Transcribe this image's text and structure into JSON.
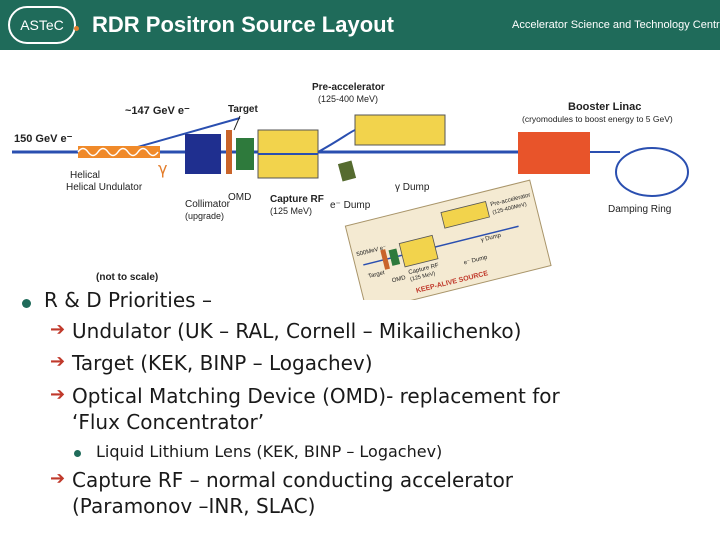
{
  "header": {
    "logo_text": "ASTeC",
    "title": "RDR Positron Source Layout",
    "org": "Accelerator Science and Technology Centre",
    "bg_color": "#1f6b5a",
    "accent_color": "#e37d2b"
  },
  "diagram": {
    "beam_in": "150 GeV e⁻",
    "beam_147": "~147 GeV e⁻",
    "helical_undulator": "Helical Undulator",
    "gamma": "γ",
    "target": "Target",
    "pre_accelerator": "Pre-accelerator",
    "pre_accelerator_energy": "(125-400 MeV)",
    "booster_linac": "Booster Linac",
    "booster_linac_note": "(cryomodules to boost energy to 5 GeV)",
    "collimator": "Collimator",
    "collimator_note": "(upgrade)",
    "omd": "OMD",
    "capture_rf": "Capture RF",
    "capture_rf_energy": "(125 MeV)",
    "gamma_dump": "γ Dump",
    "e_dump": "e⁻ Dump",
    "damping_ring": "Damping Ring",
    "not_to_scale": "(not to scale)",
    "inset_stamp": "KEEP-ALIVE SOURCE",
    "inset": {
      "pre_accelerator": "Pre-accelerator",
      "pre_accelerator_energy": "(125-400MeV)",
      "beam": "500MeV e⁻",
      "target": "Target",
      "capture_rf": "Capture RF",
      "capture_rf_energy": "(125 MeV)",
      "omd": "OMD",
      "gamma_dump": "γ Dump",
      "e_dump": "e⁻ Dump"
    }
  },
  "bullets": {
    "main": "R & D Priorities –",
    "items": [
      "Undulator (UK – RAL, Cornell – Mikailichenko)",
      "Target (KEK, BINP – Logachev)",
      "Optical Matching Device (OMD)- replacement for",
      "‘Flux Concentrator’"
    ],
    "sub_item": "Liquid Lithium Lens (KEK, BINP – Logachev)",
    "last_item_line1": "Capture RF – normal conducting accelerator",
    "last_item_line2": "(Paramonov –INR, SLAC)"
  }
}
